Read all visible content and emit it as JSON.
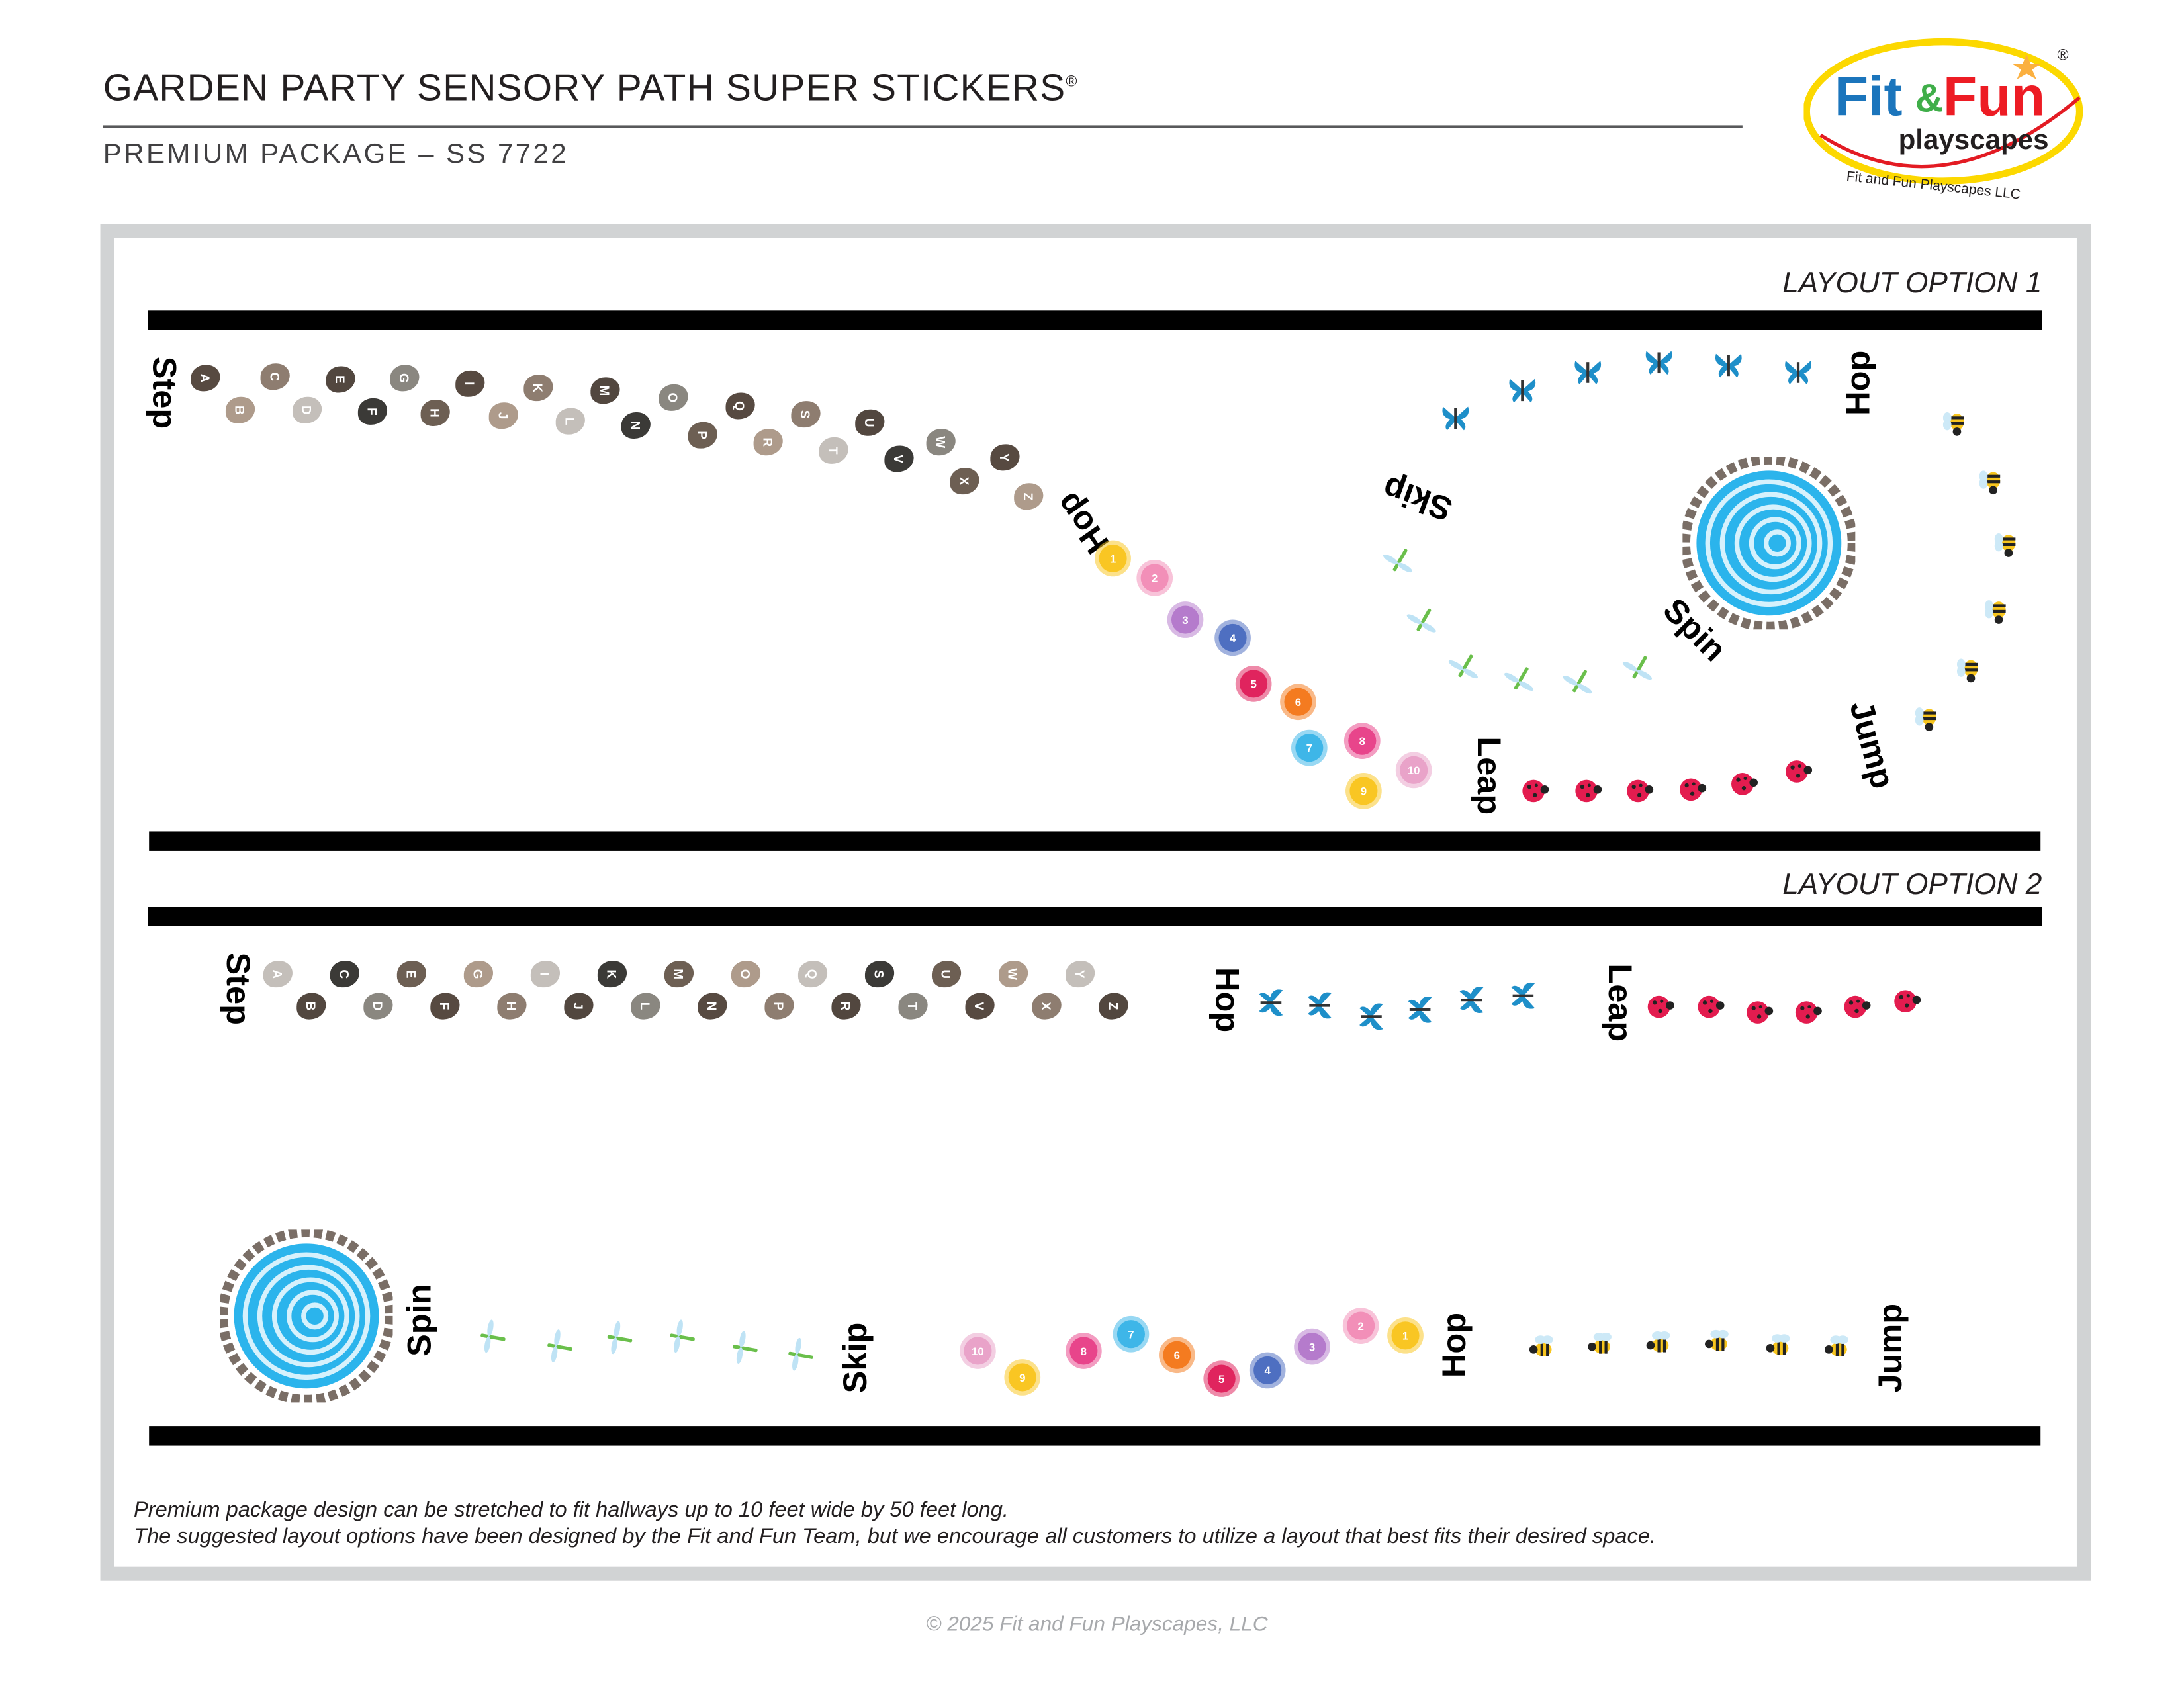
{
  "header": {
    "title": "GARDEN PARTY SENSORY PATH SUPER STICKERS",
    "title_mark": "®",
    "subtitle": "PREMIUM PACKAGE – SS 7722"
  },
  "logo": {
    "brand_fit": "Fit",
    "brand_amp": "&",
    "brand_fun": "Fun",
    "brand_sub": "playscapes",
    "company": "Fit and Fun Playscapes LLC",
    "mark": "®"
  },
  "layout1": {
    "label": "LAYOUT OPTION 1",
    "words": {
      "step": "Step",
      "hop1": "Hop",
      "skip": "Skip",
      "hop2": "Hop",
      "spin": "Spin",
      "jump": "Jump",
      "leap": "Leap"
    }
  },
  "layout2": {
    "label": "LAYOUT OPTION 2",
    "words": {
      "step": "Step",
      "hop1": "Hop",
      "leap": "Leap",
      "spin": "Spin",
      "skip": "Skip",
      "hop2": "Hop",
      "jump": "Jump"
    }
  },
  "stones": [
    "A",
    "B",
    "C",
    "D",
    "E",
    "F",
    "G",
    "H",
    "I",
    "J",
    "K",
    "L",
    "M",
    "N",
    "O",
    "P",
    "Q",
    "R",
    "S",
    "T",
    "U",
    "V",
    "W",
    "X",
    "Y",
    "Z"
  ],
  "flowers": [
    "1",
    "2",
    "3",
    "4",
    "5",
    "6",
    "7",
    "8",
    "9",
    "10"
  ],
  "colors": {
    "stones": [
      "#574a41",
      "#c4bfba",
      "#8a8780",
      "#ae9b8b",
      "#52473f",
      "#6d5f53",
      "#8e7d70",
      "#3b3a37"
    ],
    "flowers": [
      "#f9c623",
      "#f28fb8",
      "#b57bcc",
      "#4e6fc1",
      "#e0245e",
      "#f47b20",
      "#3eb6e8",
      "#e8458b",
      "#f9c623",
      "#e9a3c9"
    ],
    "spiral": "#2bb4ec",
    "ladybug": "#e31c4f",
    "bee": "#f7c51e",
    "butterfly": "#1e8fc9",
    "dragonfly": "#6abf4b"
  },
  "notes": [
    "Premium package design can be stretched to fit hallways up to 10 feet wide by 50 feet long.",
    "The suggested layout options have been designed by the Fit and Fun Team, but we encourage all customers to utilize a layout that best fits their desired space."
  ],
  "copyright": "© 2025 Fit and Fun Playscapes, LLC"
}
